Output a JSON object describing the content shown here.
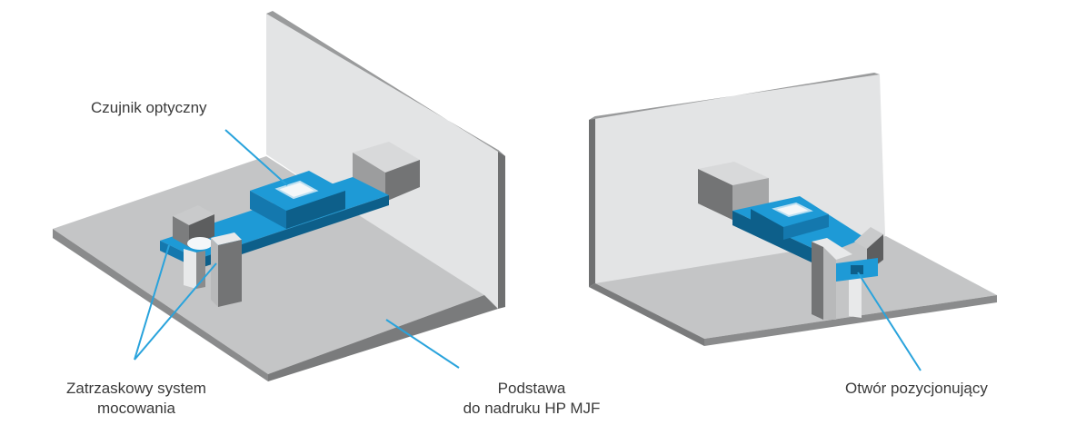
{
  "labels": {
    "optical_sensor": "Czujnik optyczny",
    "snap_fit_line1": "Zatrzaskowy system",
    "snap_fit_line2": "mocowania",
    "base_line1": "Podstawa",
    "base_line2": "do nadruku HP MJF",
    "positioning_hole": "Otwór pozycjonujący"
  },
  "colors": {
    "plate_top": "#c4c5c6",
    "plate_edge": "#8a8b8c",
    "wall_face": "#e3e4e5",
    "wall_edge": "#6f7071",
    "part_blue": "#1e9ad6",
    "part_blue_dark": "#0d5f8a",
    "part_blue_side": "#1478ae",
    "block_top": "#d8d9da",
    "block_side": "#737475",
    "leader": "#29a3dc",
    "text": "#3a3a3a"
  }
}
